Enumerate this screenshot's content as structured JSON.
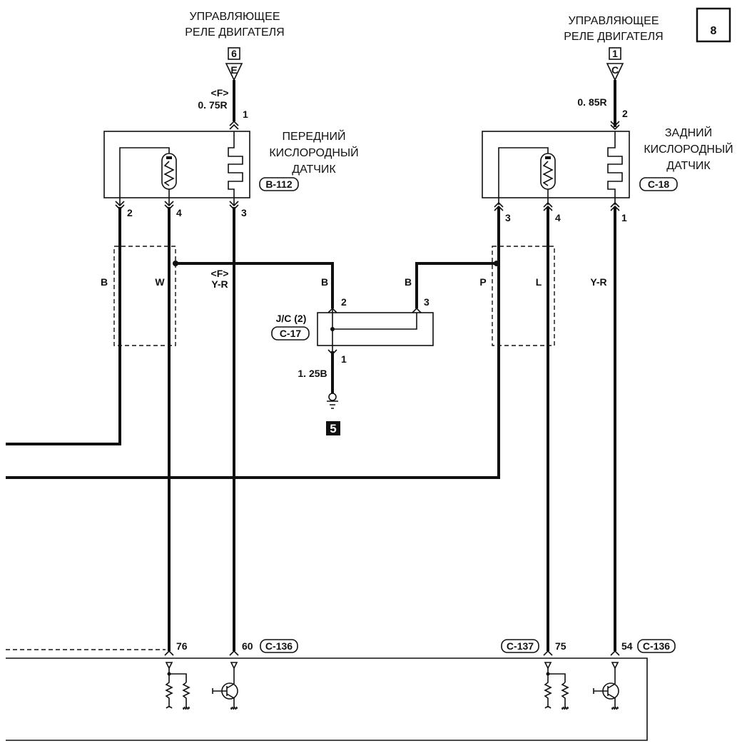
{
  "page_number": "8",
  "relays": [
    {
      "line1": "УПРАВЛЯЮЩЕЕ",
      "line2": "РЕЛЕ ДВИГАТЕЛЯ",
      "pin_box": "6",
      "terminal": "E"
    },
    {
      "line1": "УПРАВЛЯЮЩЕЕ",
      "line2": "РЕЛЕ ДВИГАТЕЛЯ",
      "pin_box": "1",
      "terminal": "C"
    }
  ],
  "front_sensor": {
    "name_lines": [
      "ПЕРЕДНИЙ",
      "КИСЛОРОДНЫЙ",
      "ДАТЧИК"
    ],
    "connector": "B-112",
    "supply_variant": "<F>",
    "supply_wire": "0. 75R",
    "pins": {
      "supply": "1",
      "p2": "2",
      "p4": "4",
      "p3": "3"
    },
    "wires": {
      "p2": "B",
      "p4": "W",
      "p3_variant": "<F>",
      "p3": "Y-R"
    }
  },
  "rear_sensor": {
    "name_lines": [
      "ЗАДНИЙ",
      "КИСЛОРОДНЫЙ",
      "ДАТЧИК"
    ],
    "connector": "C-18",
    "supply_wire": "0. 85R",
    "pins": {
      "supply": "2",
      "p3": "3",
      "p4": "4",
      "p1": "1"
    },
    "wires": {
      "p3": "P",
      "p4": "L",
      "p1": "Y-R"
    }
  },
  "joint_connector": {
    "name": "J/C (2)",
    "connector": "C-17",
    "pins": {
      "p2": "2",
      "p3": "3",
      "p1": "1"
    },
    "wires": {
      "p2": "B",
      "p3": "B",
      "ground": "1. 25B"
    },
    "ground_point": "5"
  },
  "ecu": {
    "pins": {
      "front_heater_sig": "76",
      "front_heater": "60",
      "rear_sig": "75",
      "rear_heater": "54"
    },
    "connectors": {
      "c136_a": "C-136",
      "c137": "C-137",
      "c136_b": "C-136"
    }
  }
}
